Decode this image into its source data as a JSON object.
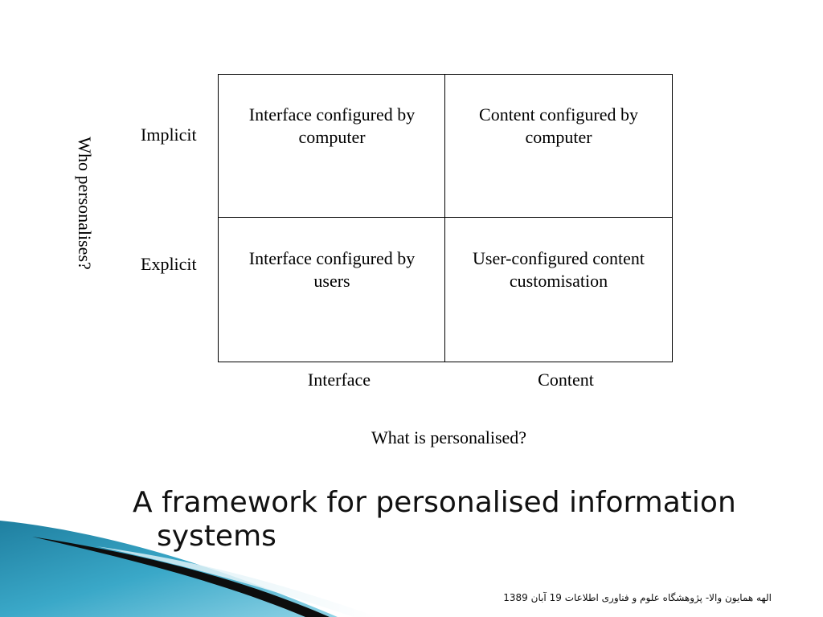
{
  "diagram": {
    "y_axis_title": "Who personalises?",
    "x_axis_title": "What is personalised?",
    "row_labels": [
      "Implicit",
      "Explicit"
    ],
    "column_labels": [
      "Interface",
      "Content"
    ],
    "cells": [
      {
        "line1": "Interface configured by",
        "line2": "computer"
      },
      {
        "line1": "Content configured by",
        "line2": "computer"
      },
      {
        "line1": "Interface configured by",
        "line2": "users"
      },
      {
        "line1": "User-configured content",
        "line2": "customisation"
      }
    ]
  },
  "slide": {
    "title_line1": "A framework for personalised information",
    "title_line2": "systems",
    "footer": "الهه همایون والا- پژوهشگاه علوم و فناوری اطلاعات  19 آبان 1389"
  },
  "colors": {
    "accent_teal": "#2a93b3",
    "accent_dark": "#1a1a1a"
  }
}
